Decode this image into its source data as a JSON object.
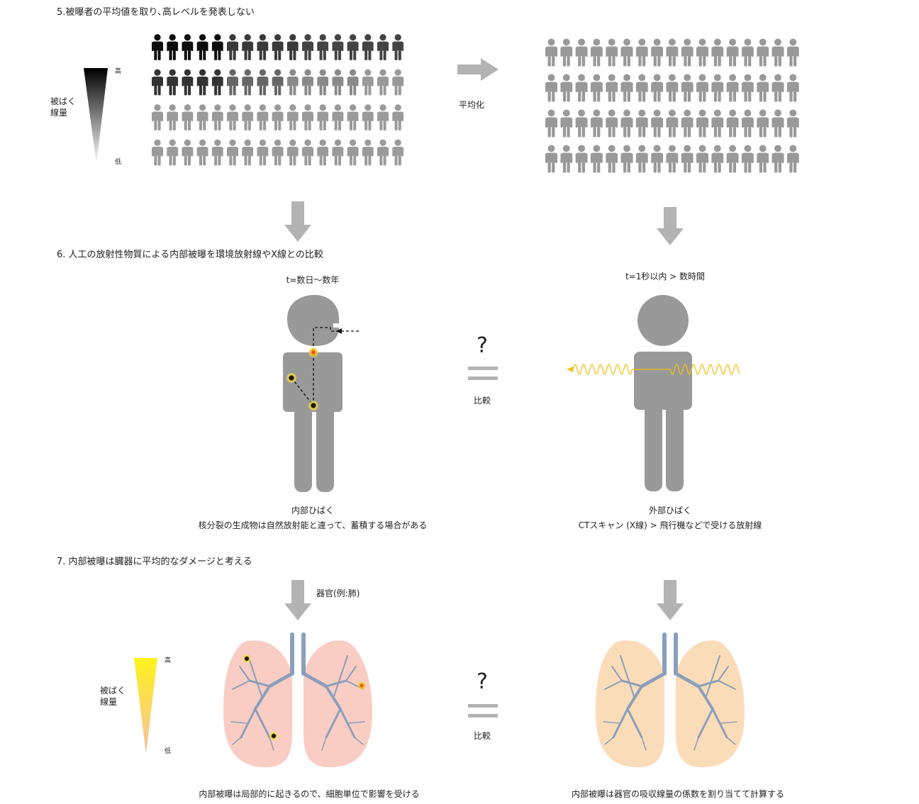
{
  "section5": {
    "title": "5.被曝者の平均値を取り､高レベルを発表しない",
    "dose_label_line1": "被ばく",
    "dose_label_line2": "線量",
    "high": "高",
    "low": "低",
    "average_label": "平均化"
  },
  "section6": {
    "title": "6. 人工の放射性物質による内部被曝を環境放射線やX線との比較",
    "left_time": "t=数日〜数年",
    "right_time": "t=1秒以内 > 数時間",
    "question": "?",
    "compare": "比較",
    "left_caption1": "内部ひばく",
    "left_caption2": "核分裂の生成物は自然放射能と違って、蓄積する場合がある",
    "right_caption1": "外部ひばく",
    "right_caption2": "CTスキャン (X線) > 飛行機などで受ける放射線"
  },
  "section7": {
    "title": "7. 内部被曝は臓器に平均的なダメージと考える",
    "organ_label": "器官(例:肺)",
    "dose_label_line1": "被ばく",
    "dose_label_line2": "線量",
    "high": "高",
    "low": "低",
    "question": "?",
    "compare": "比較",
    "left_caption": "内部被曝は局部的に起きるので、細胞単位で影響を受ける",
    "right_caption": "内部被曝は器官の吸収線量の係数を割り当てて計算する"
  },
  "colors": {
    "arrow": "#b3b3b3",
    "figure": "#999999",
    "dark_figure": "#111111",
    "lung_pink": "#f9cdc4",
    "lung_peach": "#fbdcb8",
    "bronchi": "#8a9fba",
    "xray_wave": "#f1c21b"
  }
}
